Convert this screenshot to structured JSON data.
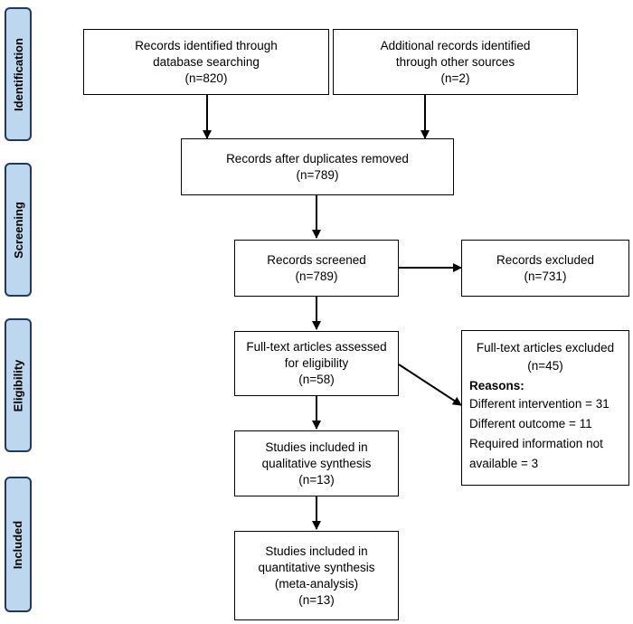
{
  "stages": {
    "identification": "Identification",
    "screening": "Screening",
    "eligibility": "Eligibility",
    "included": "Included"
  },
  "boxes": {
    "db_search": {
      "line1": "Records identified through",
      "line2": "database searching",
      "line3": "(n=820)"
    },
    "other_sources": {
      "line1": "Additional records identified",
      "line2": "through other sources",
      "line3": "(n=2)"
    },
    "dedup": {
      "line1": "Records after duplicates removed",
      "line2": "(n=789)"
    },
    "screened": {
      "line1": "Records screened",
      "line2": "(n=789)"
    },
    "excluded": {
      "line1": "Records excluded",
      "line2": "(n=731)"
    },
    "fulltext": {
      "line1": "Full-text articles assessed",
      "line2": "for eligibility",
      "line3": "(n=58)"
    },
    "fulltext_excluded": {
      "title": "Full-text articles excluded",
      "count": "(n=45)",
      "reasons_label": "Reasons:",
      "reasons": [
        "Different intervention = 31",
        "Different outcome = 11",
        "Required information not",
        "available = 3"
      ]
    },
    "qualitative": {
      "line1": "Studies included in",
      "line2": "qualitative synthesis",
      "line3": "(n=13)"
    },
    "quantitative": {
      "line1": "Studies included in",
      "line2": "quantitative synthesis",
      "line3": "(meta-analysis)",
      "line4": "(n=13)"
    }
  },
  "colors": {
    "stage_fill": "#bdd7ee",
    "stage_border": "#1f3864",
    "box_border": "#000000"
  }
}
